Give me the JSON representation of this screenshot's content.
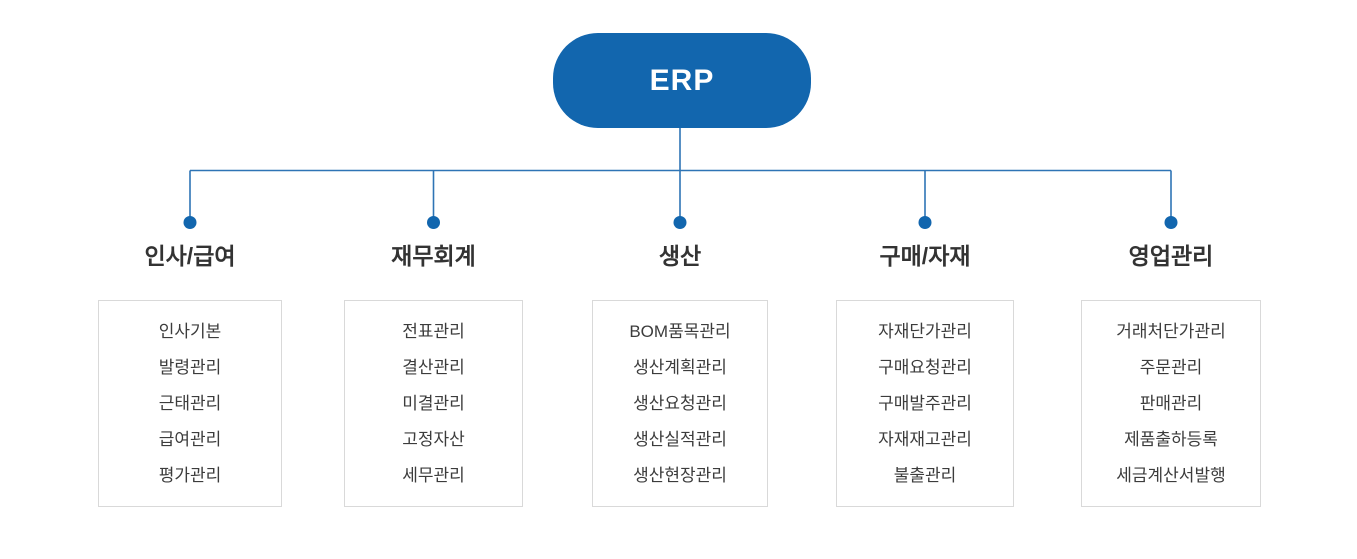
{
  "root": {
    "label": "ERP"
  },
  "colors": {
    "accent_blue": "#1266ae",
    "connector_line": "#2e74b5",
    "header_text": "#333333",
    "item_text": "#3c3c3c",
    "box_border": "#d9d9d9",
    "root_text": "#ffffff"
  },
  "branches": [
    {
      "title": "인사/급여",
      "items": [
        "인사기본",
        "발령관리",
        "근태관리",
        "급여관리",
        "평가관리"
      ]
    },
    {
      "title": "재무회계",
      "items": [
        "전표관리",
        "결산관리",
        "미결관리",
        "고정자산",
        "세무관리"
      ]
    },
    {
      "title": "생산",
      "items": [
        "BOM품목관리",
        "생산계획관리",
        "생산요청관리",
        "생산실적관리",
        "생산현장관리"
      ]
    },
    {
      "title": "구매/자재",
      "items": [
        "자재단가관리",
        "구매요청관리",
        "구매발주관리",
        "자재재고관리",
        "불출관리"
      ]
    },
    {
      "title": "영업관리",
      "items": [
        "거래처단가관리",
        "주문관리",
        "판매관리",
        "제품출하등록",
        "세금계산서발행"
      ]
    }
  ]
}
